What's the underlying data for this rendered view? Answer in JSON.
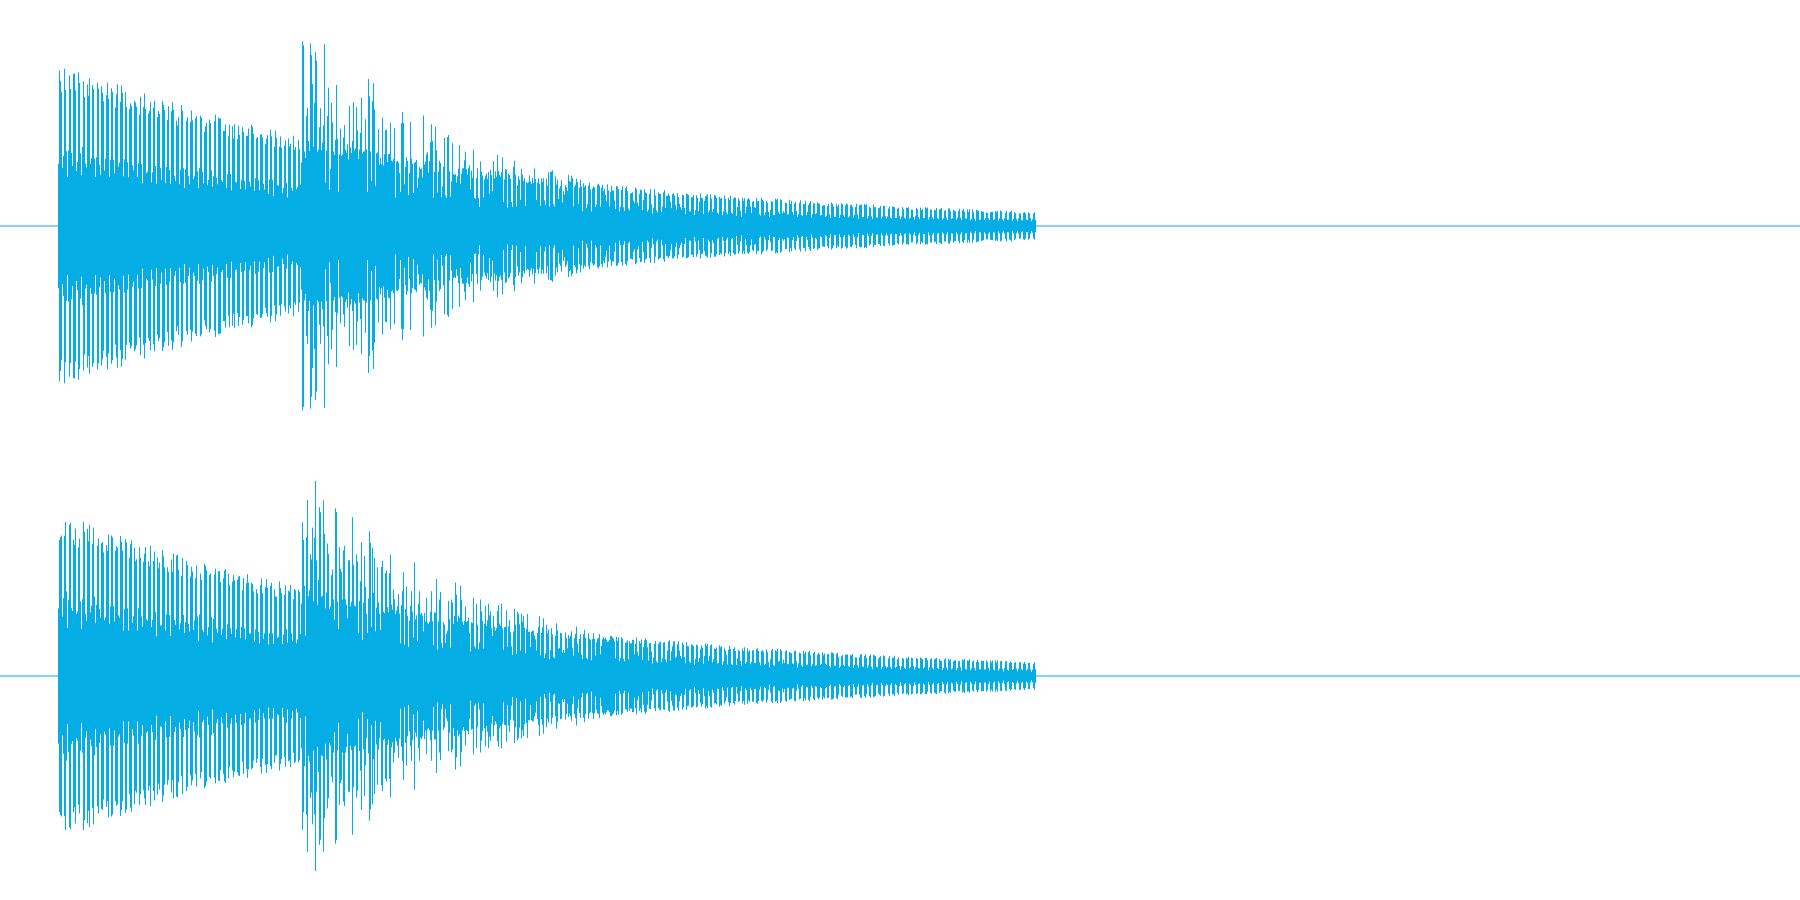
{
  "waveform": {
    "channel_count": 2,
    "wave_color": "#04aee4",
    "background_color": "#ffffff",
    "channels": [
      {
        "name": "left"
      },
      {
        "name": "right"
      }
    ],
    "events": [
      {
        "onset": 0.032,
        "peak": 0.78,
        "partial_frequency": 0.0052,
        "decay": 4.5,
        "noise": 0.18
      },
      {
        "onset": 0.167,
        "peak": 1.0,
        "partial_frequency": 0.0046,
        "decay": 9.5,
        "noise": 0.6
      }
    ],
    "sound_end": 0.575
  }
}
